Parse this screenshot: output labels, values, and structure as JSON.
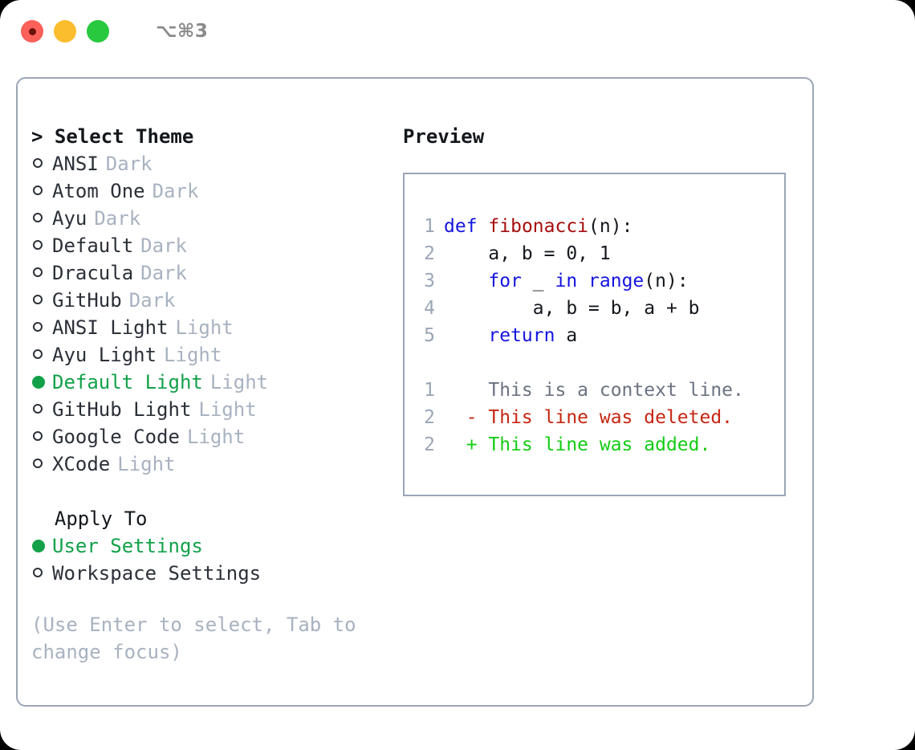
{
  "titlebar": {
    "shortcut": "⌥⌘3",
    "buttons": [
      {
        "name": "close",
        "color": "#fb6059"
      },
      {
        "name": "minimize",
        "color": "#fbbd2e"
      },
      {
        "name": "zoom",
        "color": "#28c93f"
      }
    ]
  },
  "theme_list": {
    "heading": "> Select Theme",
    "items": [
      {
        "marker": "o",
        "label": "ANSI",
        "badge": "Dark",
        "selected": false
      },
      {
        "marker": "o",
        "label": "Atom One",
        "badge": "Dark",
        "selected": false
      },
      {
        "marker": "o",
        "label": "Ayu",
        "badge": "Dark",
        "selected": false
      },
      {
        "marker": "o",
        "label": "Default",
        "badge": "Dark",
        "selected": false
      },
      {
        "marker": "o",
        "label": "Dracula",
        "badge": "Dark",
        "selected": false
      },
      {
        "marker": "o",
        "label": "GitHub",
        "badge": "Dark",
        "selected": false
      },
      {
        "marker": "o",
        "label": "ANSI Light",
        "badge": "Light",
        "selected": false
      },
      {
        "marker": "o",
        "label": "Ayu Light",
        "badge": "Light",
        "selected": false
      },
      {
        "marker": "●",
        "label": "Default Light",
        "badge": "Light",
        "selected": true
      },
      {
        "marker": "o",
        "label": "GitHub Light",
        "badge": "Light",
        "selected": false
      },
      {
        "marker": "o",
        "label": "Google Code",
        "badge": "Light",
        "selected": false
      },
      {
        "marker": "o",
        "label": "XCode",
        "badge": "Light",
        "selected": false
      }
    ]
  },
  "apply_to": {
    "heading": "  Apply To",
    "items": [
      {
        "marker": "●",
        "label": "User Settings",
        "selected": true
      },
      {
        "marker": "o",
        "label": "Workspace Settings",
        "selected": false
      }
    ]
  },
  "help_text": "(Use Enter to select, Tab to change focus)",
  "preview": {
    "title": "Preview",
    "code_lines": [
      {
        "no": "1",
        "indent": "",
        "tokens": [
          {
            "t": "def",
            "c": "kw"
          },
          {
            "t": " ",
            "c": "pl"
          },
          {
            "t": "fibonacci",
            "c": "fn"
          },
          {
            "t": "(n):",
            "c": "pl"
          }
        ]
      },
      {
        "no": "2",
        "indent": "    ",
        "tokens": [
          {
            "t": "a, b = 0, 1",
            "c": "pl"
          }
        ]
      },
      {
        "no": "3",
        "indent": "    ",
        "tokens": [
          {
            "t": "for",
            "c": "kw"
          },
          {
            "t": " _ ",
            "c": "pl"
          },
          {
            "t": "in",
            "c": "kw"
          },
          {
            "t": " ",
            "c": "pl"
          },
          {
            "t": "range",
            "c": "kw"
          },
          {
            "t": "(n):",
            "c": "pl"
          }
        ]
      },
      {
        "no": "4",
        "indent": "        ",
        "tokens": [
          {
            "t": "a, b = b, a + b",
            "c": "pl"
          }
        ]
      },
      {
        "no": "5",
        "indent": "    ",
        "tokens": [
          {
            "t": "return",
            "c": "kw"
          },
          {
            "t": " a",
            "c": "pl"
          }
        ]
      }
    ],
    "diff_lines": [
      {
        "no": "1",
        "sign": "  ",
        "text": "This is a context line.",
        "kind": "ctx"
      },
      {
        "no": "2",
        "sign": "- ",
        "text": "This line was deleted.",
        "kind": "del"
      },
      {
        "no": "2",
        "sign": "+ ",
        "text": "This line was added.",
        "kind": "add"
      }
    ]
  },
  "colors": {
    "accent_green": "#12a149",
    "diff_add": "#14cc14",
    "diff_del": "#c62612",
    "keyword_blue": "#1414e0",
    "function_red": "#a50c0c",
    "muted": "#a8b2c0",
    "border": "#9aa6b6"
  }
}
